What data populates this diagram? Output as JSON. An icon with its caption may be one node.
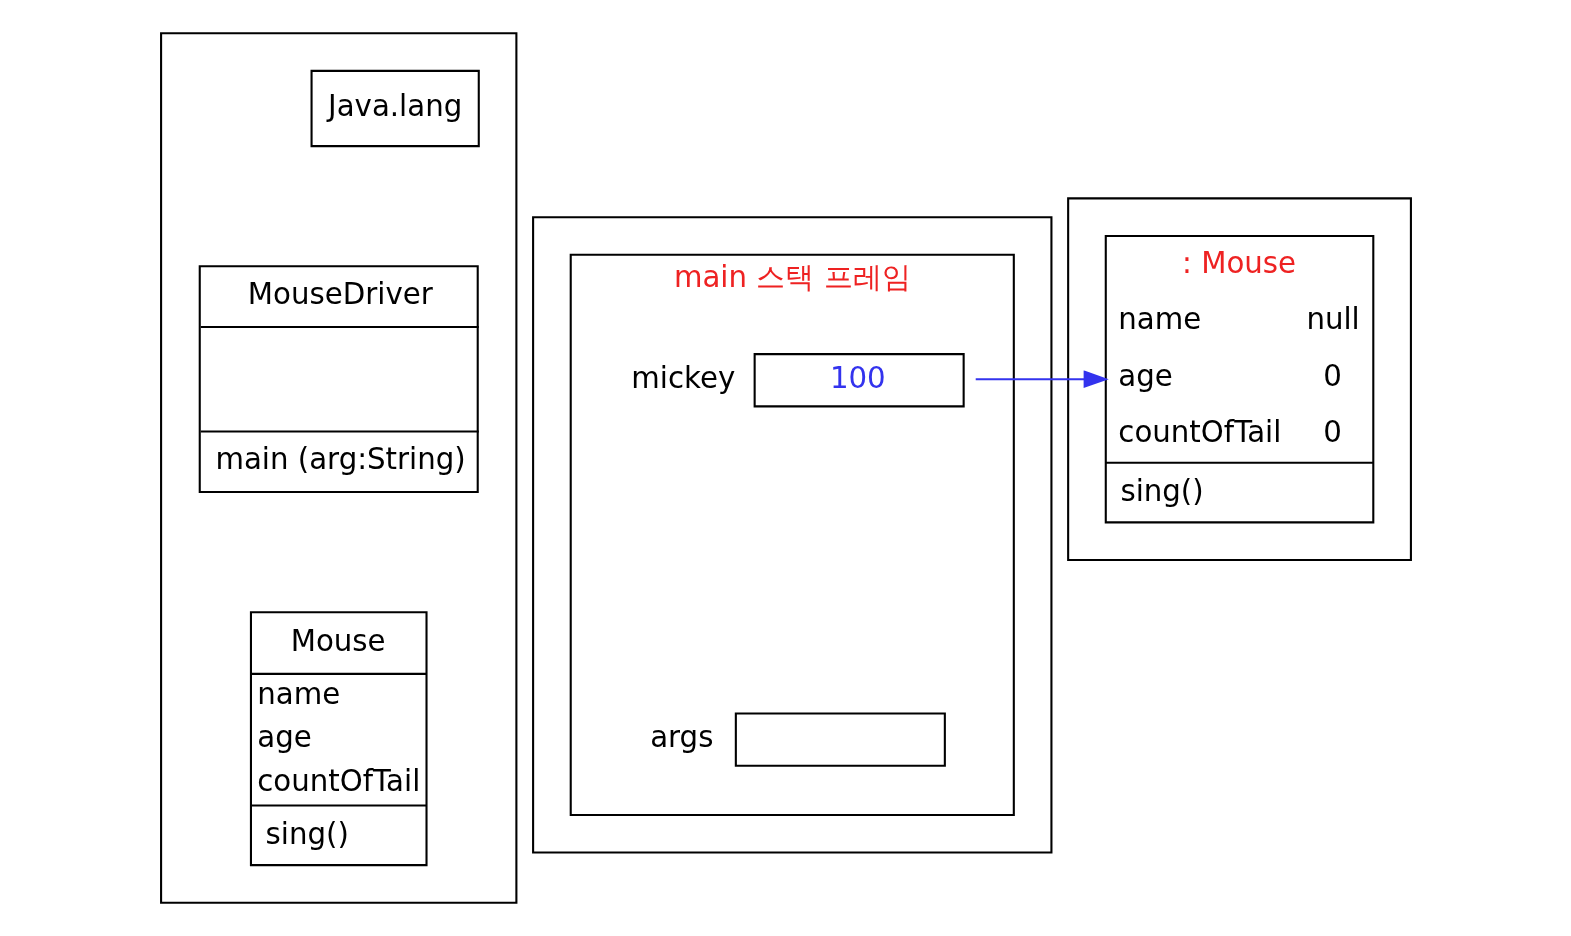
{
  "diagram": {
    "nodes": [
      {
        "text": [],
        "shape": "box"
      },
      {
        "text": [
          "Java.lang"
        ],
        "in": 0
      },
      {
        "text": [
          "MouseDriver",
          "main (arg:String)"
        ],
        "in": 0
      },
      {
        "text": [
          "Mouse",
          "name",
          "age",
          "countOfTail",
          "sing()"
        ],
        "in": 0
      },
      {
        "text": [],
        "shape": "box"
      },
      {
        "text": [
          "main 스택 프레임"
        ],
        "in": 4
      },
      {
        "text": [
          "100"
        ],
        "beside": [
          "mickey"
        ],
        "in": 5
      },
      {
        "text": [],
        "shape": "box",
        "beside": [
          "args"
        ],
        "in": 5
      },
      {
        "text": [],
        "shape": "box"
      },
      {
        "text": [
          ": Mouse",
          "name",
          "null",
          "age",
          "0",
          "countOfTail",
          "0",
          "sing()"
        ],
        "in": 8
      }
    ],
    "edges": [
      {
        "from": 6,
        "to": 9,
        "arrow": "to",
        "color": "#3333ee"
      }
    ]
  }
}
